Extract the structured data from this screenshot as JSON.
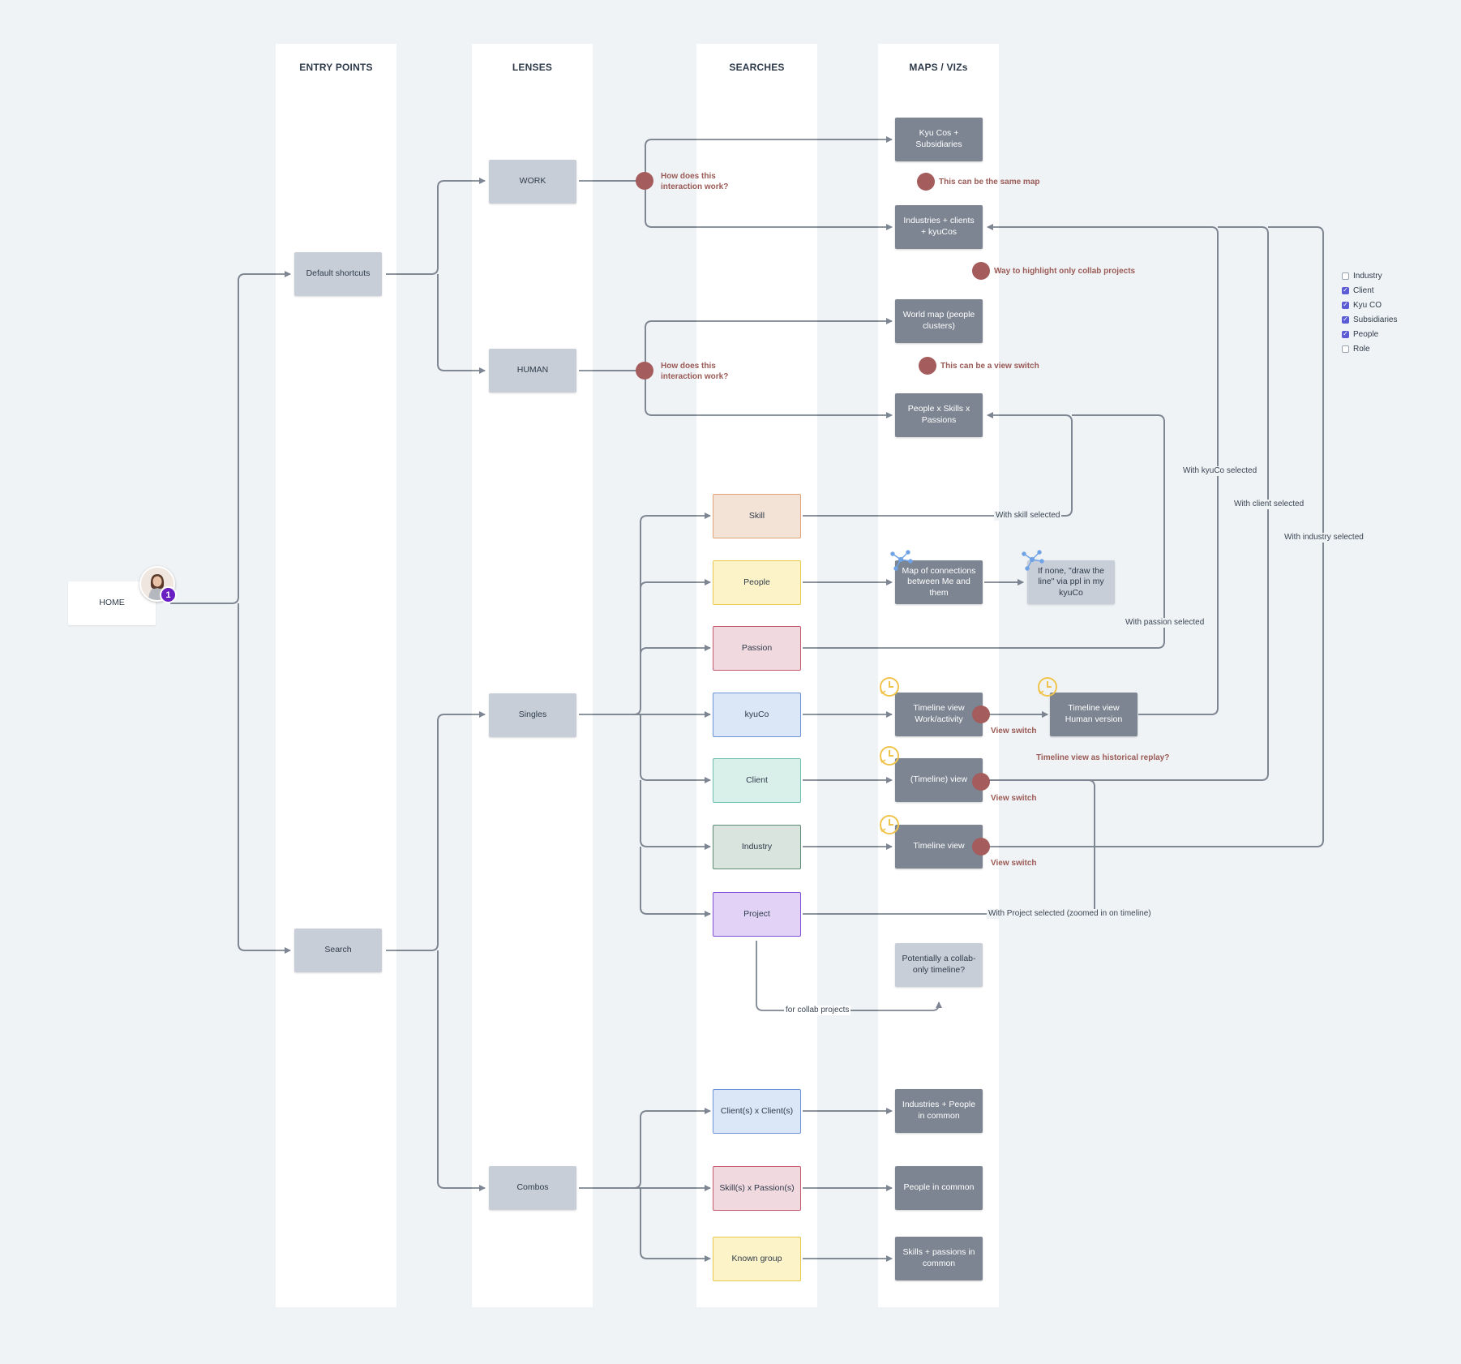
{
  "lanes": {
    "entry_points": "ENTRY POINTS",
    "lenses": "LENSES",
    "searches": "SEARCHES",
    "maps_vizs": "MAPS / VIZs"
  },
  "nodes": {
    "home": "HOME",
    "default_shortcuts": "Default shortcuts",
    "search": "Search",
    "work": "WORK",
    "human": "HUMAN",
    "singles": "Singles",
    "combos": "Combos",
    "skill": "Skill",
    "people": "People",
    "passion": "Passion",
    "kyuco": "kyuCo",
    "client": "Client",
    "industry": "Industry",
    "project": "Project",
    "clients_x_clients": "Client(s) x Client(s)",
    "skills_x_passions": "Skill(s) x Passion(s)",
    "known_group": "Known group",
    "kyu_cos_subsidiaries": "Kyu Cos + Subsidiaries",
    "industries_clients_kyucos": "Industries + clients + kyuCos",
    "world_map": "World map (people clusters)",
    "people_skills_passions": "People x Skills x Passions",
    "map_of_connections": "Map of connections between Me and them",
    "if_none_draw_line": "If none, \"draw the line\" via ppl in my kyuCo",
    "timeline_work": "Timeline view Work/activity",
    "timeline_human": "Timeline view Human version",
    "timeline_client": "(Timeline) view",
    "timeline_industry": "Timeline view",
    "collab_only_timeline": "Potentially a collab-only timeline?",
    "industries_people_common": "Industries + People in common",
    "people_in_common": "People in common",
    "skills_passions_common": "Skills + passions in common"
  },
  "notes": {
    "how_work_1": "How does this interaction work?",
    "how_work_2": "How does this interaction work?",
    "same_map": "This can be the same map",
    "highlight_collab": "Way to highlight only collab projects",
    "view_switch_note": "This can be a view switch",
    "view_switch_1": "View switch",
    "view_switch_2": "View switch",
    "view_switch_3": "View switch",
    "historical_replay": "Timeline view as historical replay?"
  },
  "connector_labels": {
    "with_skill": "With skill selected",
    "with_passion": "With passion selected",
    "with_kyuco": "With kyuCo selected",
    "with_client": "With client selected",
    "with_industry": "With industry selected",
    "with_project": "With Project selected (zoomed in on timeline)",
    "for_collab": "for collab projects"
  },
  "legend": [
    {
      "label": "Industry",
      "checked": false
    },
    {
      "label": "Client",
      "checked": true
    },
    {
      "label": "Kyu CO",
      "checked": true
    },
    {
      "label": "Subsidiaries",
      "checked": true
    },
    {
      "label": "People",
      "checked": true
    },
    {
      "label": "Role",
      "checked": false
    }
  ],
  "avatar": {
    "badge_count": "1"
  },
  "colors": {
    "background": "#f0f3f6",
    "connector": "#7c8591",
    "note_dot": "#a45c5c",
    "note_text": "#9a5a55",
    "skill": "#f3e2d6",
    "people": "#fcf3c9",
    "passion": "#f1d9e0",
    "kyuco": "#dbe6f7",
    "client": "#d9efea",
    "industry": "#d8e4dd",
    "project": "#e2d3f6"
  }
}
